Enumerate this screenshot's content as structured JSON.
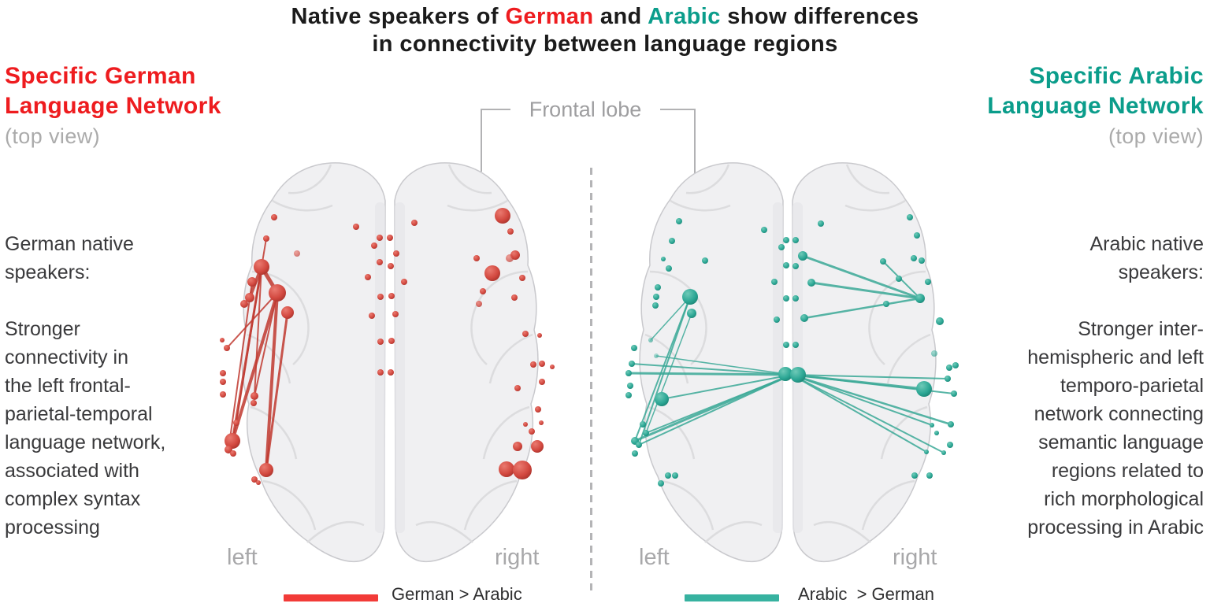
{
  "title": {
    "part1": "Native speakers of ",
    "german_word": "German",
    "part2": " and ",
    "arabic_word": "Arabic",
    "part3": " show differences",
    "line2": "in connectivity between language regions"
  },
  "left_panel": {
    "heading_line1": "Specific German",
    "heading_line2": "Language Network",
    "subheading": "(top view)",
    "description": "German native\nspeakers:\n\nStronger\nconnectivity in\nthe left frontal-\nparietal-temporal\nlanguage network,\nassociated with\ncomplex syntax\nprocessing",
    "hemisphere_left": "left",
    "hemisphere_right": "right",
    "legend_label": "German > Arabic"
  },
  "right_panel": {
    "heading_line1": "Specific Arabic",
    "heading_line2": "Language Network",
    "subheading": "(top view)",
    "description": "Arabic native\nspeakers:\n\nStronger inter-\nhemispheric and left\ntemporo-parietal\nnetwork connecting\nsemantic language\nregions related to\nrich morphological\nprocessing in Arabic",
    "hemisphere_left": "left",
    "hemisphere_right": "right",
    "legend_label": "Arabic  > German"
  },
  "annotations": {
    "frontal_lobe": "Frontal lobe"
  },
  "colors": {
    "title_text": "#1b1b1b",
    "german_accent": "#ee1c1f",
    "arabic_accent": "#0b9d8b",
    "gray_label": "#a8a8aa",
    "body_text": "#3a3a3c",
    "legend_german_bar": "#f23b38",
    "legend_arabic_bar": "#37b2a0",
    "brain_fill": "#f0f0f2",
    "brain_stroke": "#c9c9cd"
  },
  "figures": [
    {
      "id": "german",
      "node_light": "#ea7a70",
      "node_color": "#d2483f",
      "node_dark": "#9c2d27",
      "edge_color": "#c03930",
      "nodes": [
        [
          78,
          81,
          4
        ],
        [
          68,
          108,
          4
        ],
        [
          107,
          127,
          4,
          0.65
        ],
        [
          62,
          144,
          10
        ],
        [
          50,
          163,
          6
        ],
        [
          47,
          183,
          6
        ],
        [
          40,
          191,
          5
        ],
        [
          82,
          177,
          11
        ],
        [
          95,
          202,
          8
        ],
        [
          18,
          247,
          4
        ],
        [
          12,
          237,
          3
        ],
        [
          13,
          279,
          4
        ],
        [
          13,
          290,
          4
        ],
        [
          13,
          306,
          4
        ],
        [
          53,
          308,
          5
        ],
        [
          52,
          317,
          4
        ],
        [
          30,
          342,
          4
        ],
        [
          25,
          365,
          10
        ],
        [
          20,
          376,
          5
        ],
        [
          26,
          381,
          4
        ],
        [
          68,
          402,
          9
        ],
        [
          53,
          414,
          4
        ],
        [
          58,
          418,
          3
        ],
        [
          182,
          93,
          4
        ],
        [
          212,
          107,
          4
        ],
        [
          225,
          107,
          4
        ],
        [
          205,
          117,
          4
        ],
        [
          233,
          127,
          4
        ],
        [
          256,
          88,
          4
        ],
        [
          212,
          138,
          4
        ],
        [
          226,
          143,
          4
        ],
        [
          197,
          157,
          4
        ],
        [
          243,
          163,
          4
        ],
        [
          213,
          182,
          4
        ],
        [
          227,
          181,
          4
        ],
        [
          202,
          206,
          4
        ],
        [
          232,
          204,
          4
        ],
        [
          213,
          239,
          4
        ],
        [
          227,
          238,
          4
        ],
        [
          213,
          278,
          4
        ],
        [
          226,
          278,
          4
        ],
        [
          335,
          133,
          4
        ],
        [
          343,
          175,
          4
        ],
        [
          338,
          191,
          4,
          0.8
        ],
        [
          368,
          79,
          10
        ],
        [
          378,
          99,
          4
        ],
        [
          384,
          129,
          6
        ],
        [
          377,
          133,
          5,
          0.7
        ],
        [
          355,
          152,
          10
        ],
        [
          393,
          158,
          4
        ],
        [
          383,
          183,
          4
        ],
        [
          415,
          231,
          3
        ],
        [
          397,
          229,
          4
        ],
        [
          407,
          268,
          4
        ],
        [
          418,
          267,
          4
        ],
        [
          431,
          271,
          3
        ],
        [
          418,
          290,
          4
        ],
        [
          387,
          298,
          4
        ],
        [
          413,
          325,
          4
        ],
        [
          397,
          344,
          3
        ],
        [
          405,
          353,
          4
        ],
        [
          417,
          342,
          3
        ],
        [
          387,
          372,
          6
        ],
        [
          412,
          372,
          8
        ],
        [
          373,
          401,
          10
        ],
        [
          393,
          402,
          12
        ]
      ],
      "edges": [
        [
          68,
          108,
          62,
          144,
          2
        ],
        [
          62,
          144,
          82,
          177,
          5
        ],
        [
          62,
          144,
          47,
          183,
          4
        ],
        [
          62,
          144,
          25,
          365,
          3
        ],
        [
          62,
          144,
          30,
          342,
          2
        ],
        [
          62,
          144,
          53,
          308,
          2
        ],
        [
          82,
          177,
          25,
          365,
          4
        ],
        [
          82,
          177,
          68,
          402,
          4
        ],
        [
          82,
          177,
          18,
          247,
          2
        ],
        [
          82,
          177,
          53,
          308,
          2
        ],
        [
          95,
          202,
          68,
          402,
          3
        ],
        [
          50,
          163,
          20,
          376,
          2
        ]
      ]
    },
    {
      "id": "arabic",
      "node_light": "#6fcab8",
      "node_color": "#2ba694",
      "node_dark": "#187a6b",
      "edge_color": "#3aa997",
      "nodes": [
        [
          87,
          86,
          4
        ],
        [
          78,
          111,
          4
        ],
        [
          67,
          134,
          3
        ],
        [
          74,
          146,
          4
        ],
        [
          120,
          136,
          4
        ],
        [
          60,
          170,
          4
        ],
        [
          58,
          182,
          4
        ],
        [
          101,
          182,
          10
        ],
        [
          57,
          193,
          4
        ],
        [
          103,
          203,
          6
        ],
        [
          51,
          237,
          3,
          0.6
        ],
        [
          30,
          247,
          4
        ],
        [
          58,
          257,
          3,
          0.5
        ],
        [
          27,
          267,
          4
        ],
        [
          23,
          279,
          4
        ],
        [
          25,
          295,
          4
        ],
        [
          23,
          307,
          4
        ],
        [
          65,
          312,
          9
        ],
        [
          41,
          344,
          4
        ],
        [
          45,
          355,
          4
        ],
        [
          31,
          365,
          5
        ],
        [
          36,
          370,
          4
        ],
        [
          31,
          381,
          4
        ],
        [
          73,
          409,
          4
        ],
        [
          82,
          409,
          4
        ],
        [
          64,
          419,
          4
        ],
        [
          195,
          97,
          4
        ],
        [
          223,
          110,
          4
        ],
        [
          235,
          110,
          4
        ],
        [
          217,
          119,
          4
        ],
        [
          244,
          130,
          6
        ],
        [
          223,
          142,
          4
        ],
        [
          235,
          143,
          4
        ],
        [
          208,
          163,
          4
        ],
        [
          255,
          164,
          5
        ],
        [
          223,
          184,
          4
        ],
        [
          235,
          184,
          4
        ],
        [
          211,
          211,
          4
        ],
        [
          246,
          209,
          5
        ],
        [
          223,
          243,
          4
        ],
        [
          235,
          243,
          4
        ],
        [
          222,
          280,
          9
        ],
        [
          238,
          281,
          10
        ],
        [
          267,
          89,
          4
        ],
        [
          380,
          81,
          4
        ],
        [
          389,
          104,
          4
        ],
        [
          346,
          137,
          4
        ],
        [
          385,
          133,
          4
        ],
        [
          395,
          136,
          4
        ],
        [
          366,
          159,
          4
        ],
        [
          403,
          163,
          4
        ],
        [
          393,
          184,
          6
        ],
        [
          350,
          191,
          4
        ],
        [
          418,
          213,
          5
        ],
        [
          411,
          254,
          4,
          0.6
        ],
        [
          430,
          272,
          4
        ],
        [
          438,
          269,
          4
        ],
        [
          428,
          286,
          4
        ],
        [
          398,
          299,
          10
        ],
        [
          436,
          305,
          4
        ],
        [
          432,
          344,
          4
        ],
        [
          408,
          345,
          3
        ],
        [
          414,
          355,
          3
        ],
        [
          431,
          370,
          4
        ],
        [
          401,
          379,
          3
        ],
        [
          423,
          380,
          3
        ],
        [
          386,
          409,
          4
        ],
        [
          405,
          409,
          4
        ]
      ],
      "edges": [
        [
          230,
          281,
          23,
          279,
          3
        ],
        [
          230,
          281,
          27,
          267,
          2
        ],
        [
          230,
          281,
          31,
          365,
          3
        ],
        [
          230,
          281,
          36,
          370,
          2
        ],
        [
          230,
          281,
          65,
          312,
          2
        ],
        [
          230,
          281,
          45,
          355,
          2
        ],
        [
          230,
          281,
          58,
          257,
          1.5
        ],
        [
          230,
          281,
          398,
          299,
          3
        ],
        [
          230,
          281,
          432,
          344,
          2.5
        ],
        [
          230,
          281,
          408,
          345,
          2
        ],
        [
          230,
          281,
          401,
          379,
          2
        ],
        [
          230,
          281,
          423,
          380,
          2
        ],
        [
          230,
          281,
          436,
          305,
          2
        ],
        [
          230,
          281,
          428,
          286,
          2
        ],
        [
          393,
          184,
          244,
          130,
          3
        ],
        [
          393,
          184,
          255,
          164,
          3
        ],
        [
          393,
          184,
          246,
          209,
          2.5
        ],
        [
          393,
          184,
          346,
          137,
          2
        ],
        [
          101,
          182,
          31,
          365,
          2
        ],
        [
          101,
          182,
          36,
          370,
          2
        ],
        [
          101,
          182,
          51,
          237,
          1.5
        ],
        [
          103,
          203,
          45,
          355,
          1.5
        ]
      ]
    }
  ]
}
